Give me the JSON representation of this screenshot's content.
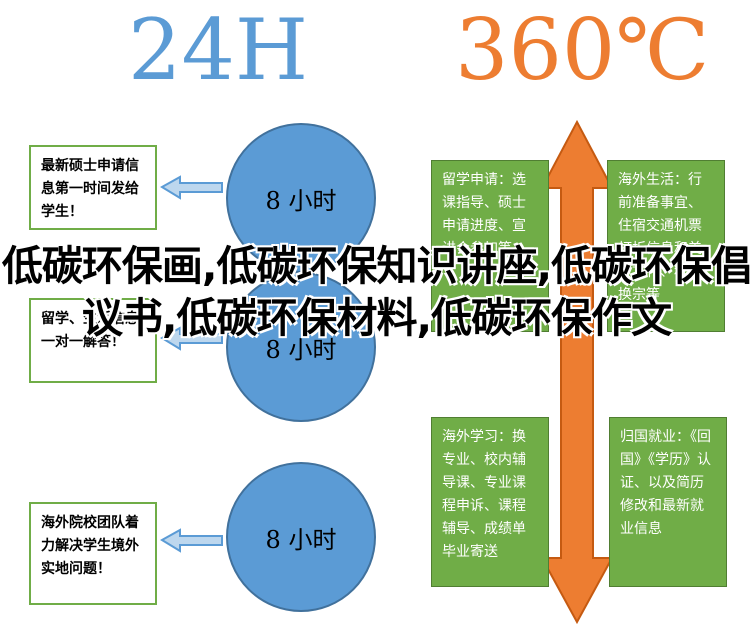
{
  "headers": {
    "left": "24H",
    "right": "360℃"
  },
  "left_boxes": [
    {
      "text": "最新硕士申请信息第一时间发给学生！"
    },
    {
      "text": "留学、生活信息一对一解答！"
    },
    {
      "text": "海外院校团队着力解决学生境外实地问题！"
    }
  ],
  "circles": [
    {
      "label": "8 小时"
    },
    {
      "label": "8 小时"
    },
    {
      "label": "8 小时"
    }
  ],
  "mid_boxes": [
    {
      "text": "留学申请：选课指导、硕士申请进度、宣讲会参加等"
    },
    {
      "text": "海外学习：换专业、校内辅导课、专业课程申诉、课程辅导、成绩单毕业寄送"
    }
  ],
  "right_boxes": [
    {
      "text": "海外生活：行前准备事宜、住宿交通机票打折信息和美食文化、税根换宗等"
    },
    {
      "text": "归国就业：《回国》《学历》认证、以及简历修改和最新就业信息"
    }
  ],
  "overlay": {
    "text": "低碳环保画,低碳环保知识讲座,低碳环保倡议书,低碳环保材料,低碳环保作文"
  },
  "colors": {
    "blue": "#5b9bd5",
    "orange": "#ed7d31",
    "green": "#70ad47"
  }
}
